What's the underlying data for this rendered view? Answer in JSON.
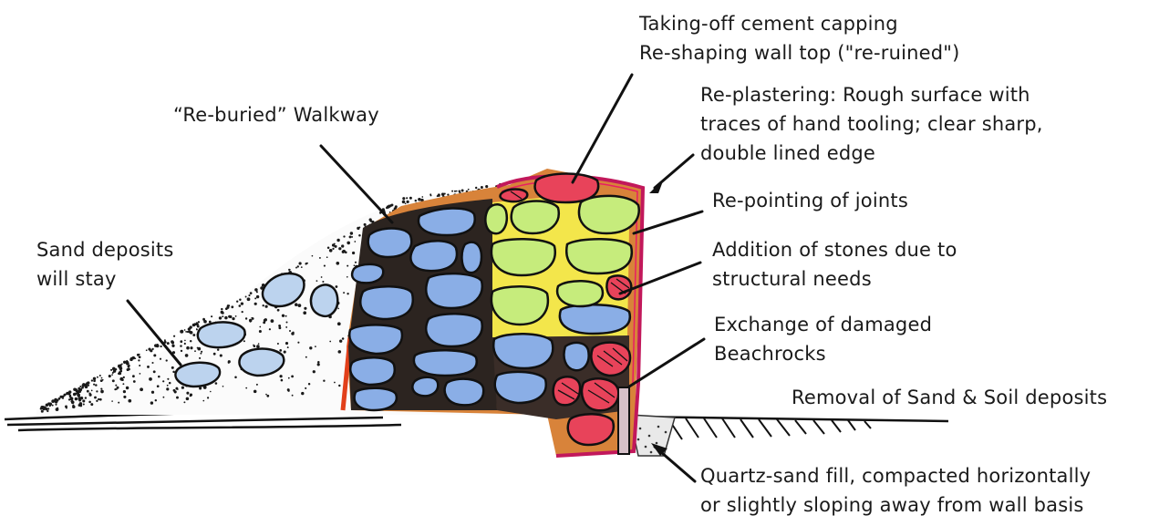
{
  "labels": {
    "capping": [
      "Taking-off cement capping",
      "Re-shaping wall top (\"re-ruined\")"
    ],
    "plastering": [
      "Re-plastering: Rough surface with",
      "traces of hand tooling; clear sharp,",
      "double lined edge"
    ],
    "walkway": [
      "“Re-buried” Walkway"
    ],
    "pointing": [
      "Re-pointing of joints"
    ],
    "sand_deposits": [
      "Sand deposits",
      "will stay"
    ],
    "addition": [
      "Addition of stones due to",
      "structural needs"
    ],
    "exchange": [
      "Exchange of damaged",
      "Beachrocks"
    ],
    "removal": [
      "Removal of Sand & Soil deposits"
    ],
    "quartz": [
      "Quartz-sand fill, compacted horizontally",
      "or slightly sloping away from wall basis"
    ]
  },
  "colors": {
    "blue_stone": "#8aaee6",
    "green_stone": "#c6ec7c",
    "red_stone": "#e8435a",
    "mortar": "#2c2420",
    "plaster": "#d8833a",
    "plaster_edge": "#c2185b",
    "yellow_joint": "#f3e64b"
  }
}
